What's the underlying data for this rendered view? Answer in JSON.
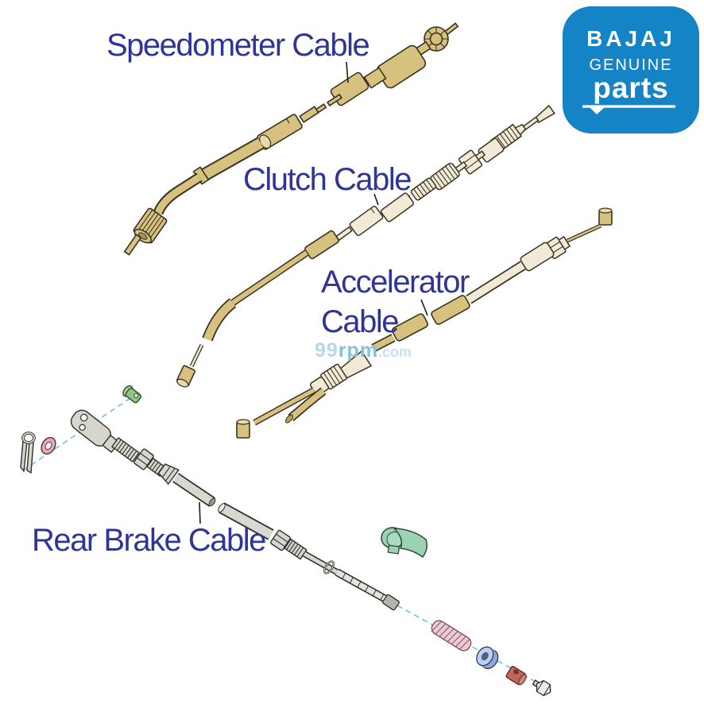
{
  "diagram": {
    "labels": {
      "speedometer": "Speedometer Cable",
      "clutch": "Clutch Cable",
      "accelerator_line1": "Accelerator",
      "accelerator_line2": "Cable",
      "rear_brake": "Rear Brake Cable"
    },
    "parts_depicted": [
      "speedometer-cable",
      "clutch-cable",
      "accelerator-cable",
      "rear-brake-cable",
      "cotter-pin",
      "pink-washer",
      "clevis",
      "green-clevis-pin",
      "adjuster-nut",
      "green-rubber-boot",
      "pink-return-spring",
      "blue-bushing-washer",
      "red-barrel-nut",
      "hex-bolt"
    ]
  },
  "watermark": {
    "prefix": "99",
    "brand": "rpm",
    "suffix": ".com"
  },
  "logo": {
    "brand": "BAJAJ",
    "genuine": "GENUINE",
    "parts": "parts"
  },
  "colors": {
    "label_text": "#2f3596",
    "logo_background": "#1484c6",
    "logo_text": "#ffffff",
    "cable_tan": "#d6c17f",
    "cable_ivory": "#f0ead6",
    "cable_gray": "#d6d6ce",
    "boot_green": "#9bd2b4",
    "pin_green": "#92c584",
    "washer_pink": "#e6aab8",
    "spring_pink": "#ecccd4",
    "washer_blue": "#bccdf0",
    "nut_red": "#c0675c",
    "guide_dash_blue": "#6fc2de",
    "watermark_blue": "#9fcde2"
  }
}
